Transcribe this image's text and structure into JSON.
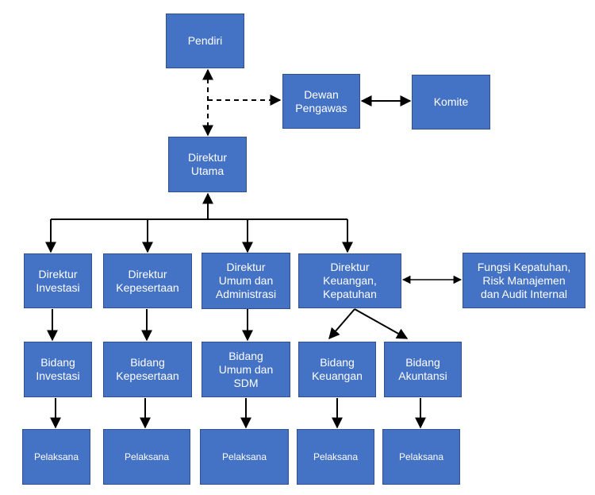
{
  "boxes": {
    "pendiri": "Pendiri",
    "dewan_pengawas": "Dewan\nPengawas",
    "komite": "Komite",
    "direktur_utama": "Direktur\nUtama",
    "direktur_investasi": "Direktur\nInvestasi",
    "direktur_kepesertaan": "Direktur\nKepesertaan",
    "direktur_umum": "Direktur\nUmum dan\nAdministrasi",
    "direktur_keuangan": "Direktur\nKeuangan,\nKepatuhan",
    "fungsi_kepatuhan": "Fungsi Kepatuhan,\nRisk Manajemen\ndan Audit Internal",
    "bidang_investasi": "Bidang\nInvestasi",
    "bidang_kepesertaan": "Bidang\nKepesertaan",
    "bidang_umum": "Bidang\nUmum dan\nSDM",
    "bidang_keuangan": "Bidang\nKeuangan",
    "bidang_akuntansi": "Bidang\nAkuntansi",
    "pelaksana_1": "Pelaksana",
    "pelaksana_2": "Pelaksana",
    "pelaksana_3": "Pelaksana",
    "pelaksana_4": "Pelaksana",
    "pelaksana_5": "Pelaksana"
  },
  "colors": {
    "box_fill": "#4472c4",
    "box_border": "#2f528f",
    "box_text": "#ffffff",
    "connector": "#000000"
  }
}
